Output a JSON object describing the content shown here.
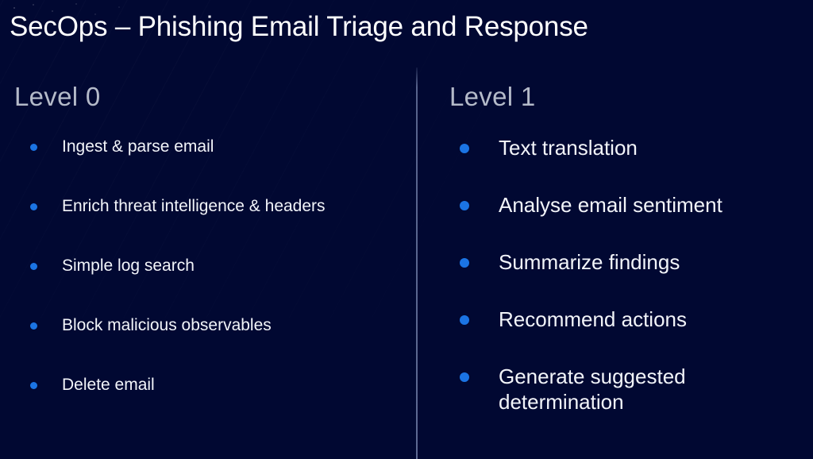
{
  "slide": {
    "title": "SecOps – Phishing Email Triage and Response",
    "background_top_left_accent": "#1767d4",
    "background_base": "#010832",
    "divider_color": "#96a5cd"
  },
  "columns": [
    {
      "id": "level-0",
      "heading": "Level 0",
      "heading_color": "#b4bac9",
      "bullet_color": "#1b74e4",
      "items": [
        "Ingest & parse email",
        "Enrich threat intelligence & headers",
        "Simple log search",
        "Block malicious observables",
        "Delete email"
      ]
    },
    {
      "id": "level-1",
      "heading": "Level 1",
      "heading_color": "#b4bac9",
      "bullet_color": "#1b74e4",
      "items": [
        "Text translation",
        "Analyse email sentiment",
        "Summarize findings",
        "Recommend actions",
        "Generate suggested determination"
      ]
    }
  ]
}
